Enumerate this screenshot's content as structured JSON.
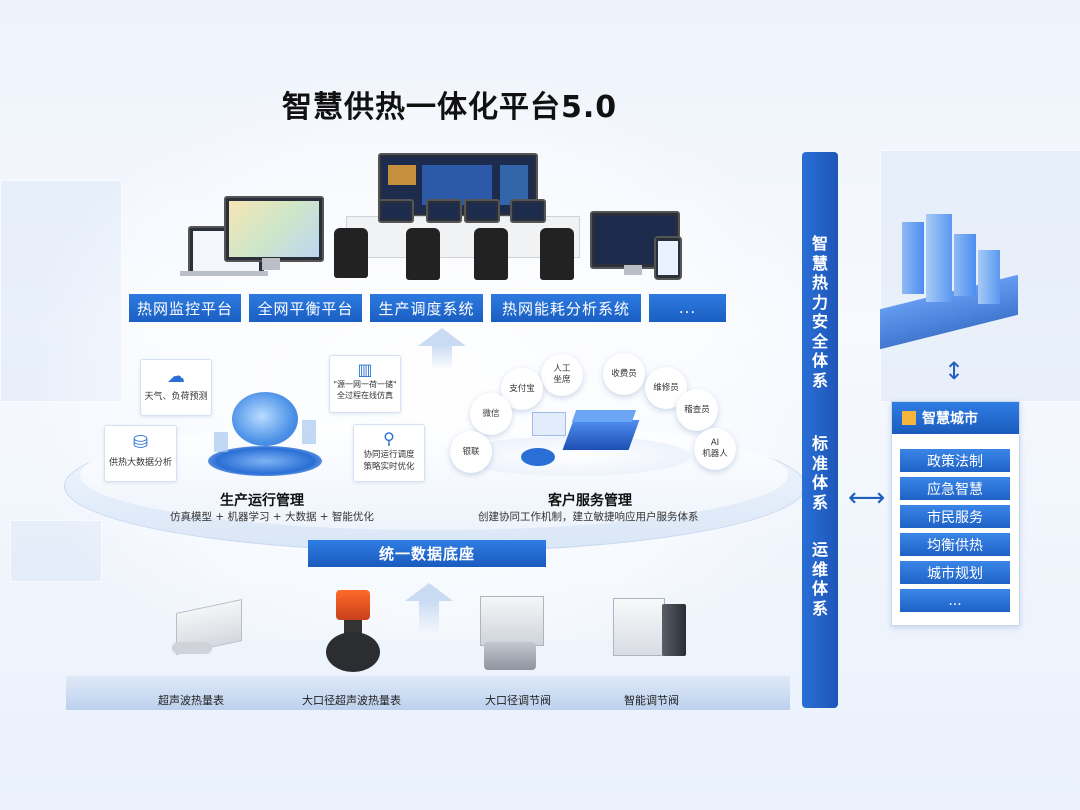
{
  "title": "智慧供热一体化平台5.0",
  "platforms": [
    {
      "label": "热网监控平台"
    },
    {
      "label": "全网平衡平台"
    },
    {
      "label": "生产调度系统"
    },
    {
      "label": "热网能耗分析系统"
    },
    {
      "label": "..."
    }
  ],
  "production": {
    "title": "生产运行管理",
    "subtitle": "仿真模型 + 机器学习 + 大数据 + 智能优化",
    "cards": [
      {
        "label": "天气、负荷预测"
      },
      {
        "label_line1": "\"源一网一荷一储\"",
        "label_line2": "全过程在线仿真"
      },
      {
        "label": "供热大数据分析"
      },
      {
        "label_line1": "协同运行调度",
        "label_line2": "策略实时优化"
      }
    ]
  },
  "customer": {
    "title": "客户服务管理",
    "subtitle": "创建协同工作机制，建立敏捷响应用户服务体系",
    "bubbles": [
      {
        "line1": "人工",
        "line2": "坐席"
      },
      {
        "line1": "支付宝",
        "line2": ""
      },
      {
        "line1": "收费员",
        "line2": ""
      },
      {
        "line1": "维修员",
        "line2": ""
      },
      {
        "line1": "微信",
        "line2": ""
      },
      {
        "line1": "稽查员",
        "line2": ""
      },
      {
        "line1": "AI",
        "line2": "机器人"
      },
      {
        "line1": "银联",
        "line2": ""
      }
    ]
  },
  "data_base": "统一数据底座",
  "devices": [
    {
      "label": "超声波热量表"
    },
    {
      "label": "大口径超声波热量表"
    },
    {
      "label": "大口径调节阀"
    },
    {
      "label": "智能调节阀"
    }
  ],
  "side_bar": {
    "group1": "智慧热力安全体系",
    "group2": "标准体系",
    "group3": "运维体系"
  },
  "smart_city": {
    "title": "智慧城市",
    "items": [
      {
        "label": "政策法制"
      },
      {
        "label": "应急智慧"
      },
      {
        "label": "市民服务"
      },
      {
        "label": "均衡供热"
      },
      {
        "label": "城市规划"
      },
      {
        "label": "..."
      }
    ]
  },
  "colors": {
    "primary_blue": "#1f62c6",
    "light_blue": "#3a86e8",
    "background": "#eef3fb"
  }
}
